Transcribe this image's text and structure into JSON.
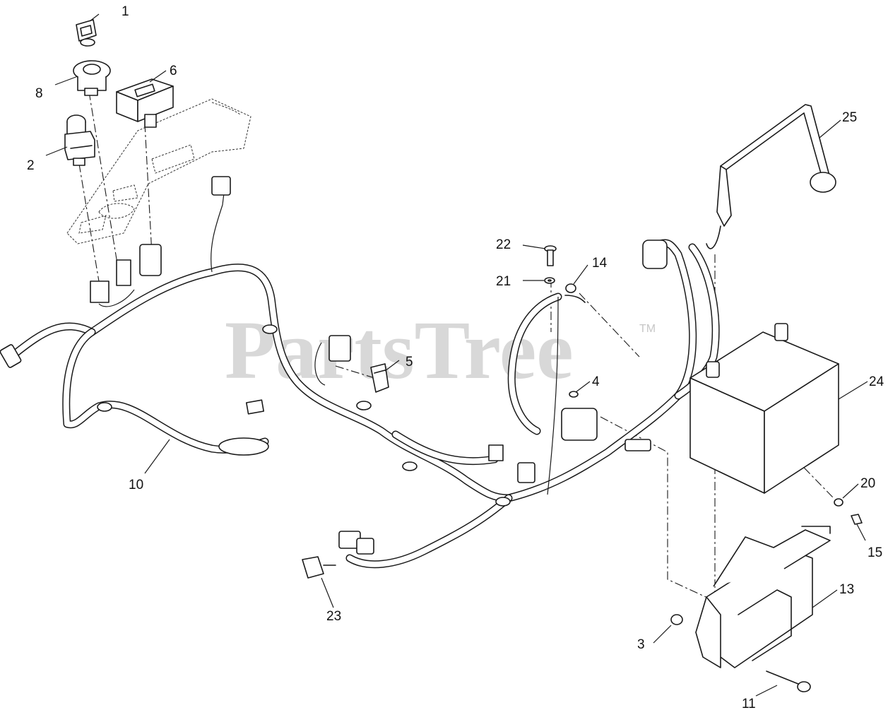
{
  "watermark": {
    "text": "PartsTree",
    "trademark": "TM"
  },
  "callouts": [
    {
      "id": "1",
      "label": "1"
    },
    {
      "id": "2",
      "label": "2"
    },
    {
      "id": "3",
      "label": "3"
    },
    {
      "id": "4",
      "label": "4"
    },
    {
      "id": "5",
      "label": "5"
    },
    {
      "id": "6",
      "label": "6"
    },
    {
      "id": "8",
      "label": "8"
    },
    {
      "id": "10",
      "label": "10"
    },
    {
      "id": "11",
      "label": "11"
    },
    {
      "id": "13",
      "label": "13"
    },
    {
      "id": "14",
      "label": "14"
    },
    {
      "id": "15",
      "label": "15"
    },
    {
      "id": "20",
      "label": "20"
    },
    {
      "id": "21",
      "label": "21"
    },
    {
      "id": "22",
      "label": "22"
    },
    {
      "id": "23",
      "label": "23"
    },
    {
      "id": "24",
      "label": "24"
    },
    {
      "id": "25",
      "label": "25"
    }
  ]
}
